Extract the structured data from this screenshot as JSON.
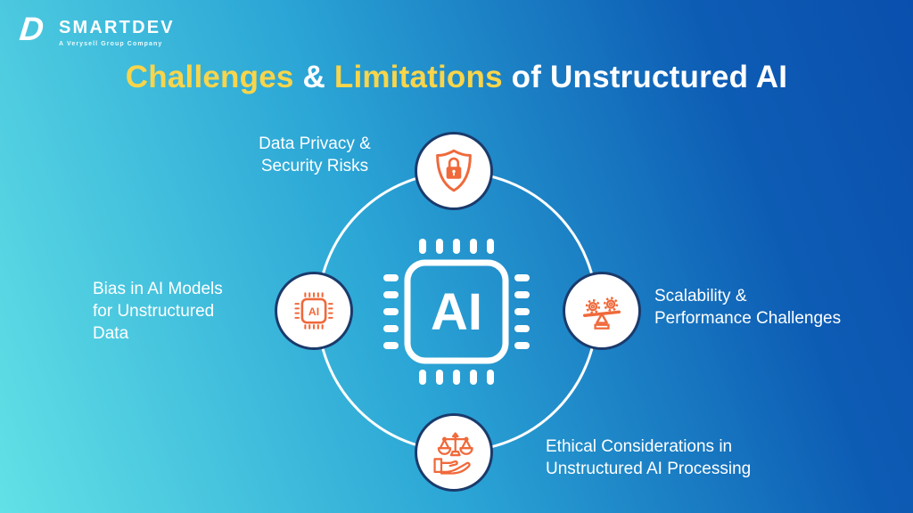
{
  "brand": {
    "logo_letter": "D",
    "name": "SMARTDEV",
    "tagline": "A Verysell Group Company"
  },
  "title": {
    "highlight1": "Challenges",
    "ampersand": " & ",
    "highlight2": "Limitations",
    "rest": " of Unstructured AI"
  },
  "center_chip": {
    "label": "AI",
    "icon": "ai-chip-icon"
  },
  "nodes": {
    "privacy": {
      "icon": "shield-lock-icon",
      "line1": "Data Privacy &",
      "line2": "Security Risks"
    },
    "bias": {
      "icon": "ai-chip-icon",
      "icon_label": "AI",
      "line1": "Bias in AI Models",
      "line2": "for Unstructured",
      "line3": "Data"
    },
    "scalability": {
      "icon": "gears-balance-icon",
      "line1": "Scalability &",
      "line2": "Performance Challenges"
    },
    "ethics": {
      "icon": "scales-hand-icon",
      "line1": "Ethical Considerations in",
      "line2": "Unstructured AI Processing"
    }
  },
  "colors": {
    "background_teal": "#62E1E6",
    "background_blue": "#0A4FAD",
    "accent_yellow": "#F8D54B",
    "icon_orange": "#F0693B",
    "node_border_navy": "#1B3A6B",
    "text_white": "#FFFFFF"
  }
}
